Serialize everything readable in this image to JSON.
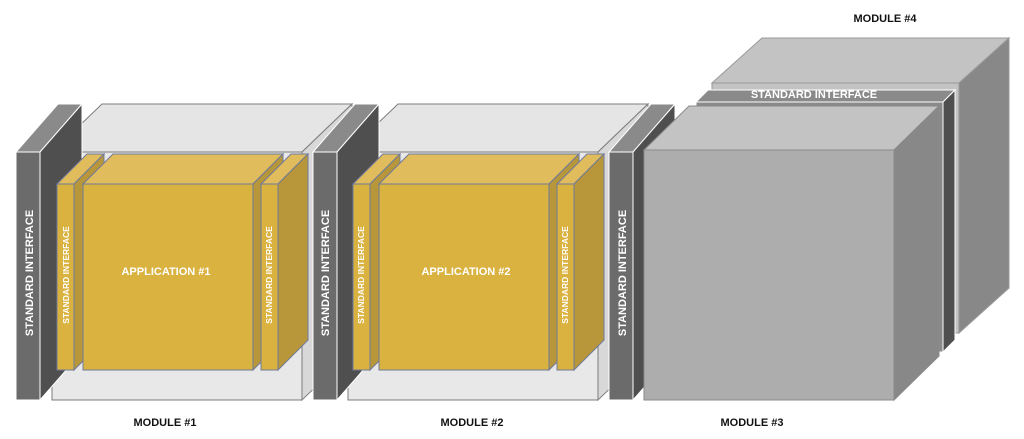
{
  "diagram": {
    "modules": [
      {
        "label": "MODULE #1",
        "application": "APPLICATION #1"
      },
      {
        "label": "MODULE #2",
        "application": "APPLICATION #2"
      },
      {
        "label": "MODULE #3"
      },
      {
        "label": "MODULE #4"
      }
    ],
    "interface_label": "STANDARD INTERFACE",
    "colors": {
      "app_front": "#dab240",
      "app_side": "#b8963a",
      "app_top": "#e1bc5c",
      "iface_front": "#6b6b6b",
      "iface_side": "#4f4f4f",
      "iface_top": "#8a8a8a",
      "module_glass": "#e6e6e6",
      "cube_front": "#adadad",
      "cube_side": "#888888",
      "cube_top": "#c3c3c3"
    }
  }
}
